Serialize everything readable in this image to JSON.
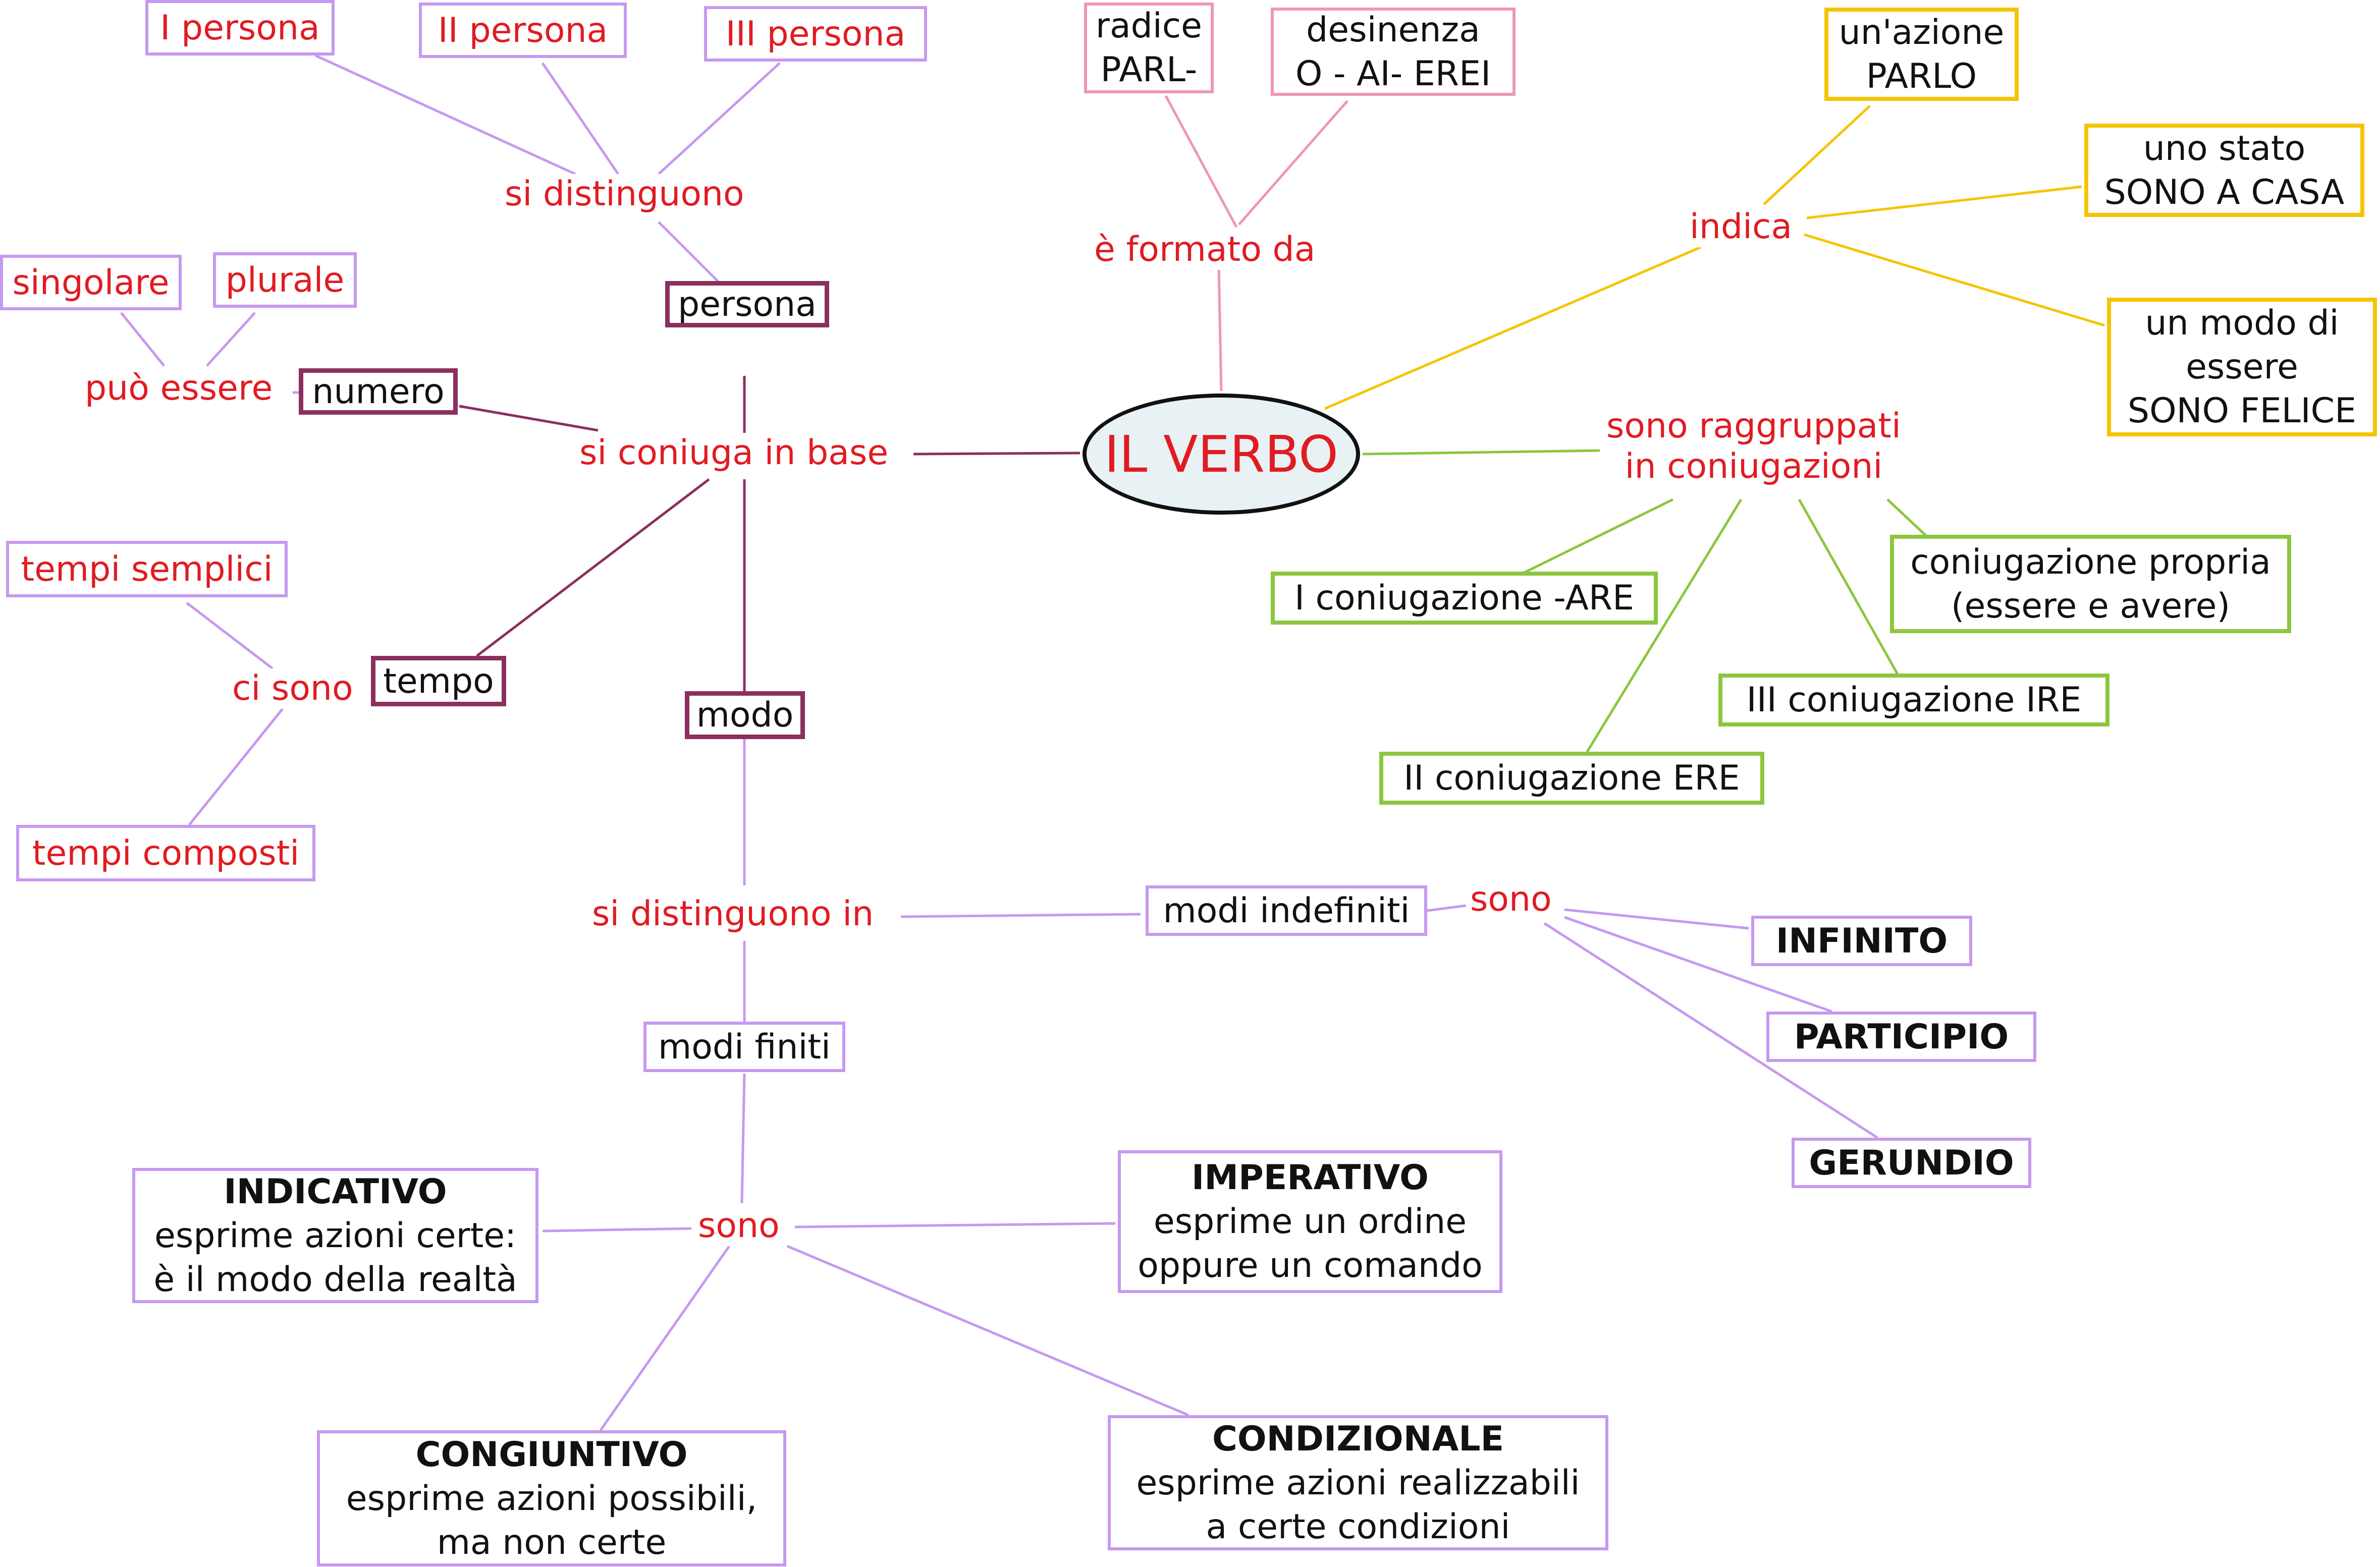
{
  "center": {
    "label": "IL VERBO"
  },
  "colors": {
    "pink": "#ee96b8",
    "gold": "#f5c400",
    "green": "#8cc63f",
    "maroon": "#8b2f5f",
    "lavender": "#c699f0",
    "red": "#e11b22"
  },
  "formato": {
    "label": "è formato da",
    "radice": [
      "radice",
      "PARL-"
    ],
    "desinenza": [
      "desinenza",
      "O - AI- EREI"
    ]
  },
  "indica": {
    "label": "indica",
    "azione": [
      "un'azione",
      "PARLO"
    ],
    "stato": [
      "uno stato",
      "SONO A CASA"
    ],
    "modo": [
      "un modo di",
      "essere",
      "SONO FELICE"
    ]
  },
  "coniugazioni": {
    "label": [
      "sono raggruppati",
      "in coniugazioni"
    ],
    "prima": "I coniugazione -ARE",
    "seconda": "II coniugazione ERE",
    "terza": "III coniugazione IRE",
    "propria": [
      "coniugazione propria",
      "(essere e avere)"
    ]
  },
  "coniuga": {
    "label": "si coniuga in base",
    "persona": {
      "label": "persona",
      "link": "si distinguono",
      "items": [
        "I persona",
        "II persona",
        "III persona"
      ]
    },
    "numero": {
      "label": "numero",
      "link": "può essere",
      "items": [
        "singolare",
        "plurale"
      ]
    },
    "tempo": {
      "label": "tempo",
      "link": "ci sono",
      "items": [
        "tempi semplici",
        "tempi composti"
      ]
    },
    "modo": {
      "label": "modo",
      "link": "si distinguono in"
    }
  },
  "indefiniti": {
    "label": "modi indefiniti",
    "link": "sono",
    "items": [
      "INFINITO",
      "PARTICIPIO",
      "GERUNDIO"
    ]
  },
  "finiti": {
    "label": "modi finiti",
    "link": "sono",
    "indicativo": {
      "title": "INDICATIVO",
      "lines": [
        "esprime azioni certe:",
        "è il modo della realtà"
      ]
    },
    "imperativo": {
      "title": "IMPERATIVO",
      "lines": [
        "esprime un ordine",
        "oppure un comando"
      ]
    },
    "congiuntivo": {
      "title": "CONGIUNTIVO",
      "lines": [
        "esprime azioni possibili,",
        "ma non certe"
      ]
    },
    "condizionale": {
      "title": "CONDIZIONALE",
      "lines": [
        "esprime azioni realizzabili",
        "a certe condizioni"
      ]
    }
  }
}
